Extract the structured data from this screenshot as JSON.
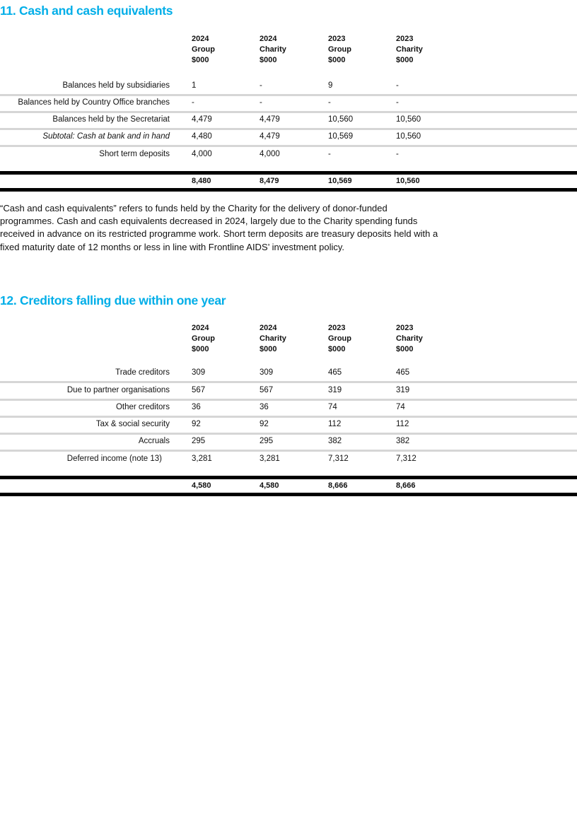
{
  "note11": {
    "title": "11. Cash and cash equivalents",
    "columns": [
      {
        "year": "2024",
        "entity": "Group",
        "unit": "$000"
      },
      {
        "year": "2024",
        "entity": "Charity",
        "unit": "$000"
      },
      {
        "year": "2023",
        "entity": "Group",
        "unit": "$000"
      },
      {
        "year": "2023",
        "entity": "Charity",
        "unit": "$000"
      }
    ],
    "rows": [
      {
        "label": "Balances held by subsidiaries",
        "values": [
          "1",
          "-",
          "9",
          "-"
        ]
      },
      {
        "label": "Balances held by Country Office branches",
        "values": [
          "-",
          "-",
          "-",
          "-"
        ]
      },
      {
        "label": "Balances held by the Secretariat",
        "values": [
          "4,479",
          "4,479",
          "10,560",
          "10,560"
        ]
      },
      {
        "label": "Subtotal: Cash at bank and in hand",
        "values": [
          "4,480",
          "4,479",
          "10,569",
          "10,560"
        ]
      },
      {
        "label": "Short term deposits",
        "values": [
          "4,000",
          "4,000",
          "-",
          "-"
        ]
      }
    ],
    "totals": [
      "8,480",
      "8,479",
      "10,569",
      "10,560"
    ],
    "paragraph": "“Cash and cash equivalents” refers to funds held by the Charity for the delivery of donor-funded programmes. Cash and cash equivalents decreased in 2024, largely due to the Charity spending funds received in advance on its restricted programme work. Short term deposits are treasury deposits held with a fixed maturity date of 12 months or less in line with Frontline AIDS’ investment policy."
  },
  "note12": {
    "title": "12. Creditors falling due within one year",
    "columns": [
      {
        "year": "2024",
        "entity": "Group",
        "unit": "$000"
      },
      {
        "year": "2024",
        "entity": "Charity",
        "unit": "$000"
      },
      {
        "year": "2023",
        "entity": "Group",
        "unit": "$000"
      },
      {
        "year": "2023",
        "entity": "Charity",
        "unit": "$000"
      }
    ],
    "rows": [
      {
        "label": "Trade creditors",
        "values": [
          "309",
          "309",
          "465",
          "465"
        ]
      },
      {
        "label": "Due to partner organisations",
        "values": [
          "567",
          "567",
          "319",
          "319"
        ]
      },
      {
        "label": "Other creditors",
        "values": [
          "36",
          "36",
          "74",
          "74"
        ]
      },
      {
        "label": "Tax & social security",
        "values": [
          "92",
          "92",
          "112",
          "112"
        ]
      },
      {
        "label": "Accruals",
        "values": [
          "295",
          "295",
          "382",
          "382"
        ]
      },
      {
        "label": "Deferred income (note 13)",
        "values": [
          "3,281",
          "3,281",
          "7,312",
          "7,312"
        ]
      }
    ],
    "totals": [
      "4,580",
      "4,580",
      "8,666",
      "8,666"
    ]
  },
  "colors": {
    "heading": "#00aee8",
    "row_separator": "#d6d6d6",
    "total_rule": "#000000"
  }
}
